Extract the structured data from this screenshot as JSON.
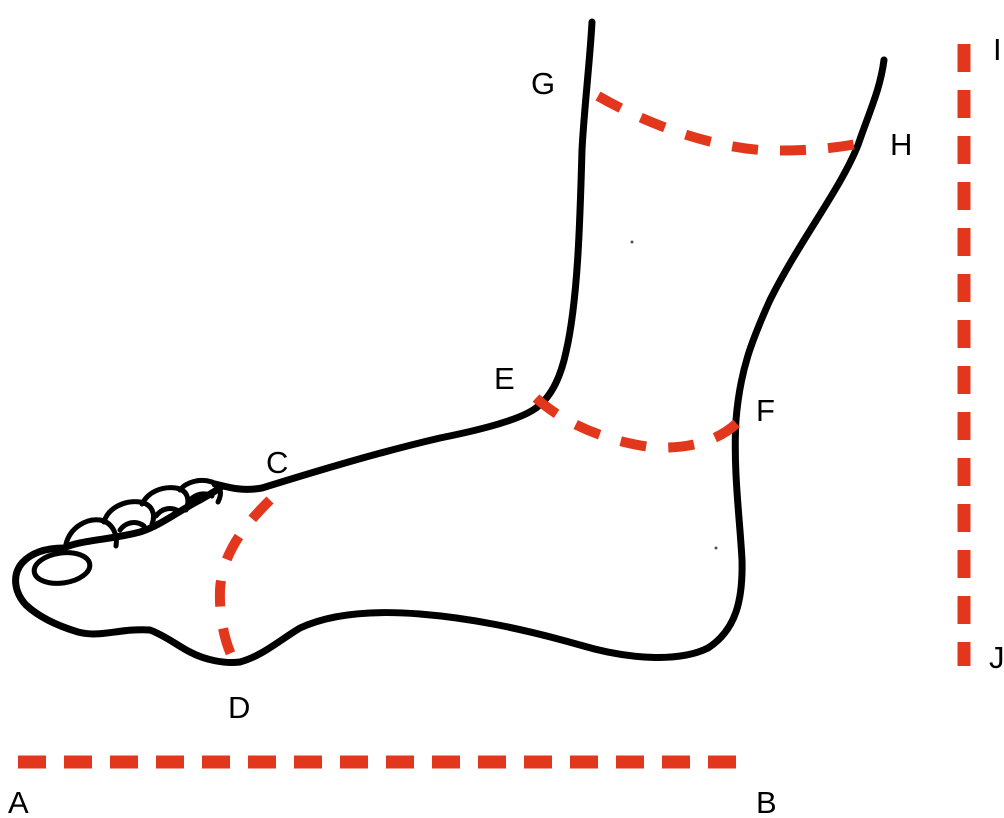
{
  "diagram": {
    "accent_color": "#e2371c",
    "outline_color": "#000000",
    "labels": {
      "a": "A",
      "b": "B",
      "c": "C",
      "d": "D",
      "e": "E",
      "f": "F",
      "g": "G",
      "h": "H",
      "i": "I",
      "j": "J"
    }
  }
}
